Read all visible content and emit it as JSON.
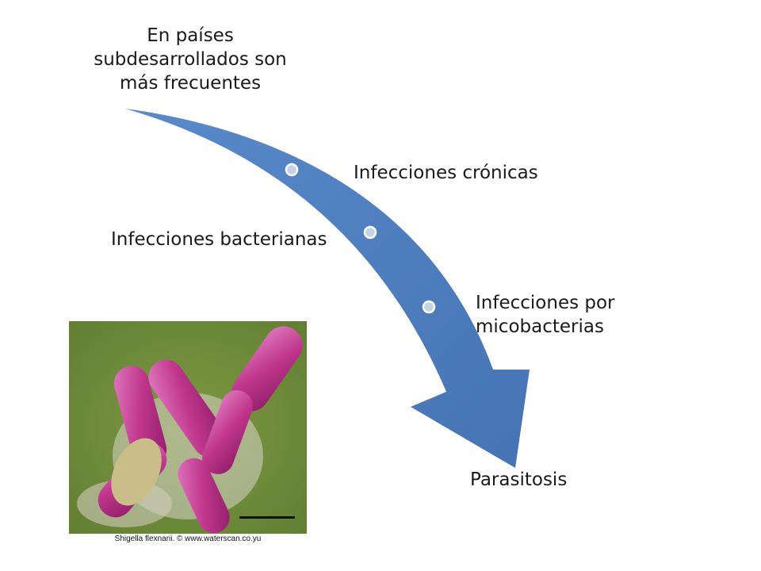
{
  "diagram": {
    "labels": {
      "top": "En países subdesarrollados son más frecuentes",
      "chronic": "Infecciones crónicas",
      "bacterial": "Infecciones bacterianas",
      "mycobacteria": "Infecciones por micobacterias",
      "parasitosis": "Parasitosis"
    },
    "colors": {
      "arrow": "#4F81BD",
      "bullet_fill": "#C5D3E8",
      "bullet_stroke": "#ffffff"
    }
  },
  "figure": {
    "caption": "Shigella flexnarii. © www.waterscan.co.yu",
    "colors": {
      "background": "#6E8A3A",
      "bacteria": "#C0368C",
      "bacteria_highlight": "#E07CC0",
      "fragment": "#C9BE8A"
    }
  }
}
